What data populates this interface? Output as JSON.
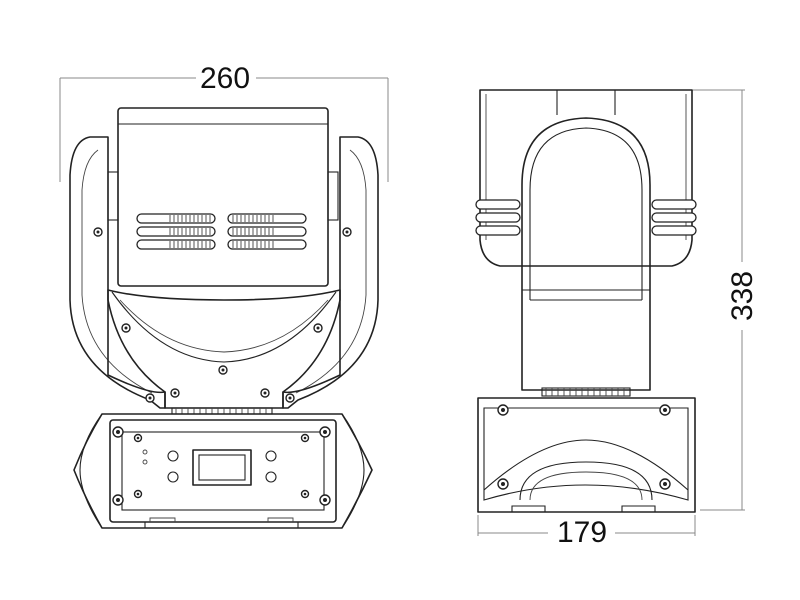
{
  "dimensions": {
    "front_width": "260",
    "side_width": "179",
    "height": "338"
  }
}
